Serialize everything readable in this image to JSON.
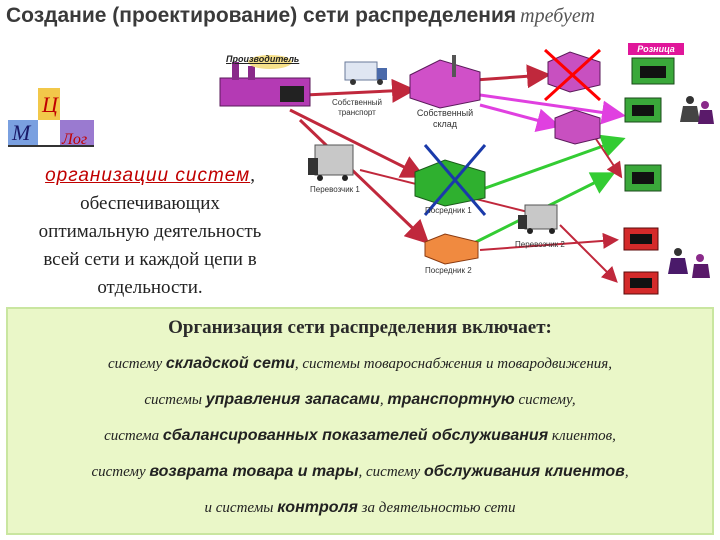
{
  "title": {
    "main": "Создание (проектирование) сети распределения",
    "tail": "требует"
  },
  "logo": {
    "top": "Ц",
    "left": "М",
    "right": "Лог"
  },
  "diagram": {
    "producer": "Производитель",
    "retail": "Розница",
    "own_transport": [
      "Собственный",
      "транспорт"
    ],
    "own_warehouse": [
      "Собственный",
      "склад"
    ],
    "carrier1": "Перевозчик 1",
    "carrier2": "Перевозчик 2",
    "intermediary1": "Посредник 1",
    "intermediary2": "Посредник 2"
  },
  "left_text": {
    "highlight": "организации систем",
    "comma": ",",
    "lines": [
      "обеспечивающих",
      "оптимальную деятельность",
      "всей сети и каждой цепи в",
      "отдельности."
    ]
  },
  "box": {
    "title": "Организация сети распределения включает:",
    "line1": [
      {
        "t": "систему ",
        "s": "n"
      },
      {
        "t": "складской сети",
        "s": "b"
      },
      {
        "t": ",   системы ",
        "s": "n"
      },
      {
        "t": "товароснабжения",
        "s": "n"
      },
      {
        "t": "  и ",
        "s": "n"
      },
      {
        "t": "товародвижения",
        "s": "n"
      },
      {
        "t": ",",
        "s": "n"
      }
    ],
    "line2": [
      {
        "t": "системы ",
        "s": "n"
      },
      {
        "t": "управления запасами",
        "s": "b"
      },
      {
        "t": ", ",
        "s": "n"
      },
      {
        "t": "транспортную",
        "s": "b"
      },
      {
        "t": " систему,",
        "s": "n"
      }
    ],
    "line3": [
      {
        "t": "система ",
        "s": "n"
      },
      {
        "t": "сбалансированных показателей обслуживания",
        "s": "b"
      },
      {
        "t": " клиентов,",
        "s": "n"
      }
    ],
    "line4": [
      {
        "t": "систему ",
        "s": "n"
      },
      {
        "t": "возврата товара и тары",
        "s": "b"
      },
      {
        "t": ", систему  ",
        "s": "n"
      },
      {
        "t": "обслуживания клиентов",
        "s": "b"
      },
      {
        "t": ",",
        "s": "n"
      }
    ],
    "line5": [
      {
        "t": "и системы ",
        "s": "n"
      },
      {
        "t": "контроля",
        "s": "b"
      },
      {
        "t": " за деятельностью сети",
        "s": "n"
      }
    ]
  },
  "colors": {
    "accent": "#c00000",
    "retail_badge": "#e0169a",
    "box_bg": "#eaf7c8",
    "arrow_red": "#c0283c",
    "arrow_green": "#33cc33",
    "arrow_magenta": "#e040e0",
    "cross": "#ff0000"
  }
}
